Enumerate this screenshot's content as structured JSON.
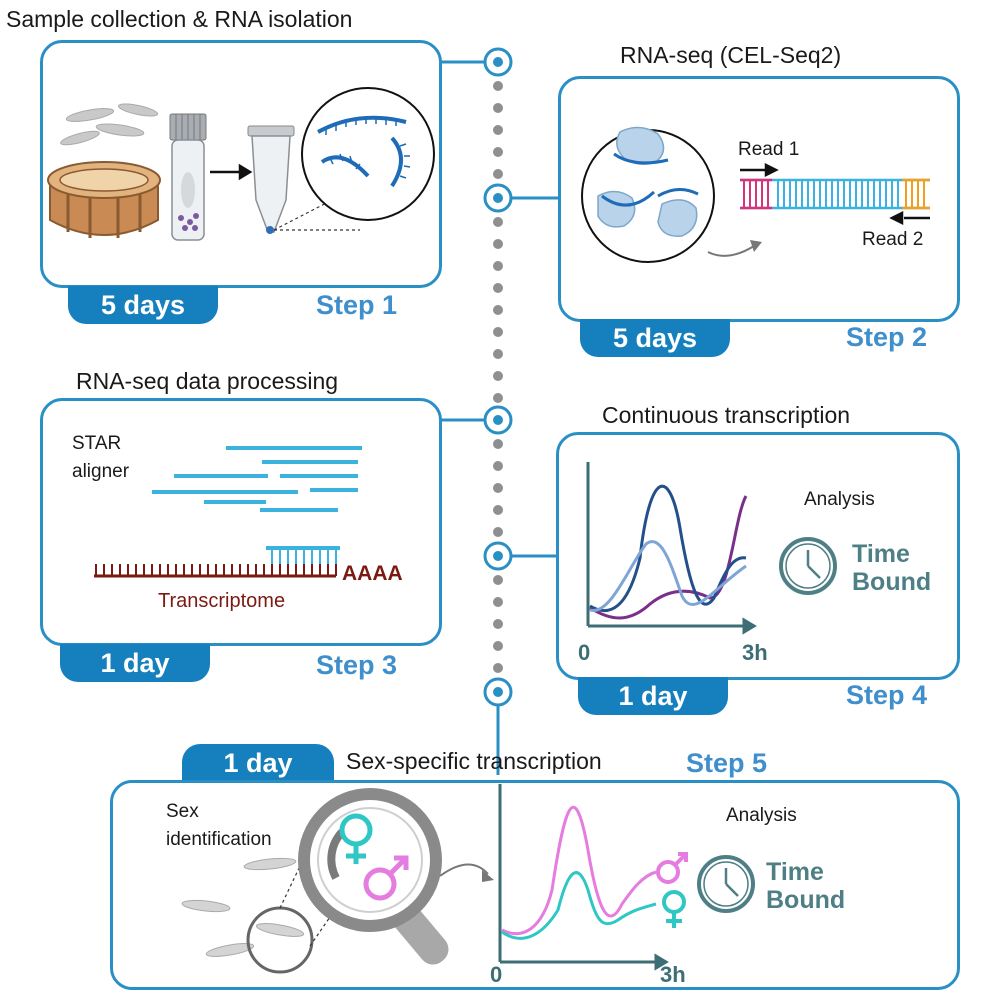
{
  "steps": [
    {
      "title": "Sample collection & RNA isolation",
      "duration": "5 days",
      "step": "Step 1"
    },
    {
      "title": "RNA-seq (CEL-Seq2)",
      "duration": "5 days",
      "step": "Step 2",
      "read1": "Read 1",
      "read2": "Read 2"
    },
    {
      "title": "RNA-seq data processing",
      "duration": "1 day",
      "step": "Step 3",
      "aligner": "STAR\naligner",
      "polyA": "AAAA",
      "transcriptome": "Transcriptome"
    },
    {
      "title": "Continuous transcription",
      "duration": "1 day",
      "step": "Step 4",
      "analysis": "Analysis",
      "time_bound": "Time\nBound",
      "x_start": "0",
      "x_end": "3h"
    },
    {
      "title": "Sex-specific transcription",
      "duration": "1 day",
      "step": "Step 5",
      "sex_id": "Sex\nidentification",
      "analysis": "Analysis",
      "time_bound": "Time\nBound",
      "x_start": "0",
      "x_end": "3h"
    }
  ],
  "colors": {
    "panel_border": "#2a8fc4",
    "tab_fill": "#1580bd",
    "step_text": "#3e8fcb",
    "timeline_dots": "#8f8f8f",
    "female": "#2fc7c5",
    "male": "#e57ce0",
    "transcriptome": "#7a1a12",
    "reads": "#3bb3de"
  },
  "icons": [
    "clock-icon",
    "magnifier-icon",
    "female-symbol-icon",
    "male-symbol-icon",
    "tube-icon",
    "microcentrifuge-tube-icon",
    "mesh-strainer-icon",
    "worm-icon"
  ]
}
